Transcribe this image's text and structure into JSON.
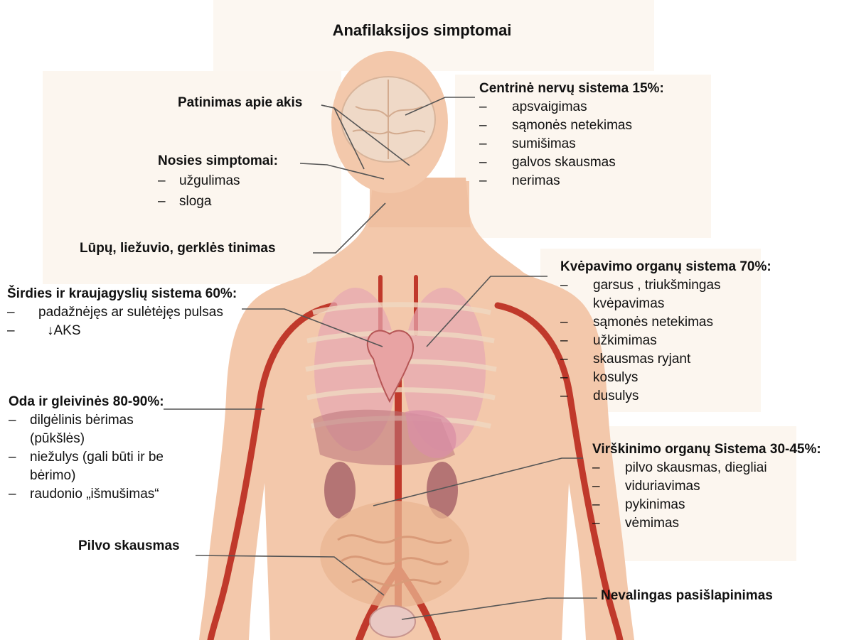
{
  "title": "Anafilaksijos simptomai",
  "colors": {
    "skin": "#f3c8ab",
    "artery": "#c0392b",
    "organ": "#d9899a",
    "brain": "#efd9c7"
  },
  "groups": {
    "eyes": {
      "heading": "Patinimas apie akis"
    },
    "nose": {
      "heading": "Nosies simptomai:",
      "items": [
        "užgulimas",
        "sloga"
      ]
    },
    "lips": {
      "heading": "Lūpų, liežuvio, gerklės tinimas"
    },
    "cns": {
      "heading": "Centrinė nervų sistema 15%:",
      "items": [
        "apsvaigimas",
        "sąmonės netekimas",
        "sumišimas",
        "galvos skausmas",
        "nerimas"
      ]
    },
    "cardio": {
      "heading": "Širdies ir kraujagyslių sistema 60%:",
      "items": [
        "padažnėjęs ar sulėtėjęs pulsas",
        "↓AKS"
      ]
    },
    "resp": {
      "heading": "Kvėpavimo organų sistema 70%:",
      "items": [
        "garsus , triukšmingas kvėpavimas",
        "sąmonės netekimas",
        "užkimimas",
        "skausmas ryjant",
        "kosulys",
        "dusulys"
      ]
    },
    "skin": {
      "heading": "Oda ir gleivinės 80-90%:",
      "items": [
        "dilgėlinis bėrimas (pūkšlės)",
        "niežulys (gali būti ir be bėrimo)",
        "raudonio „išmušimas“"
      ]
    },
    "gi": {
      "heading": "Virškinimo organų Sistema 30-45%:",
      "items": [
        "pilvo skausmas, diegliai",
        "viduriavimas",
        "pykinimas",
        "vėmimas"
      ]
    },
    "abdomen": {
      "heading": "Pilvo skausmas"
    },
    "bladder": {
      "heading": "Nevalingas pasišlapinimas"
    }
  }
}
